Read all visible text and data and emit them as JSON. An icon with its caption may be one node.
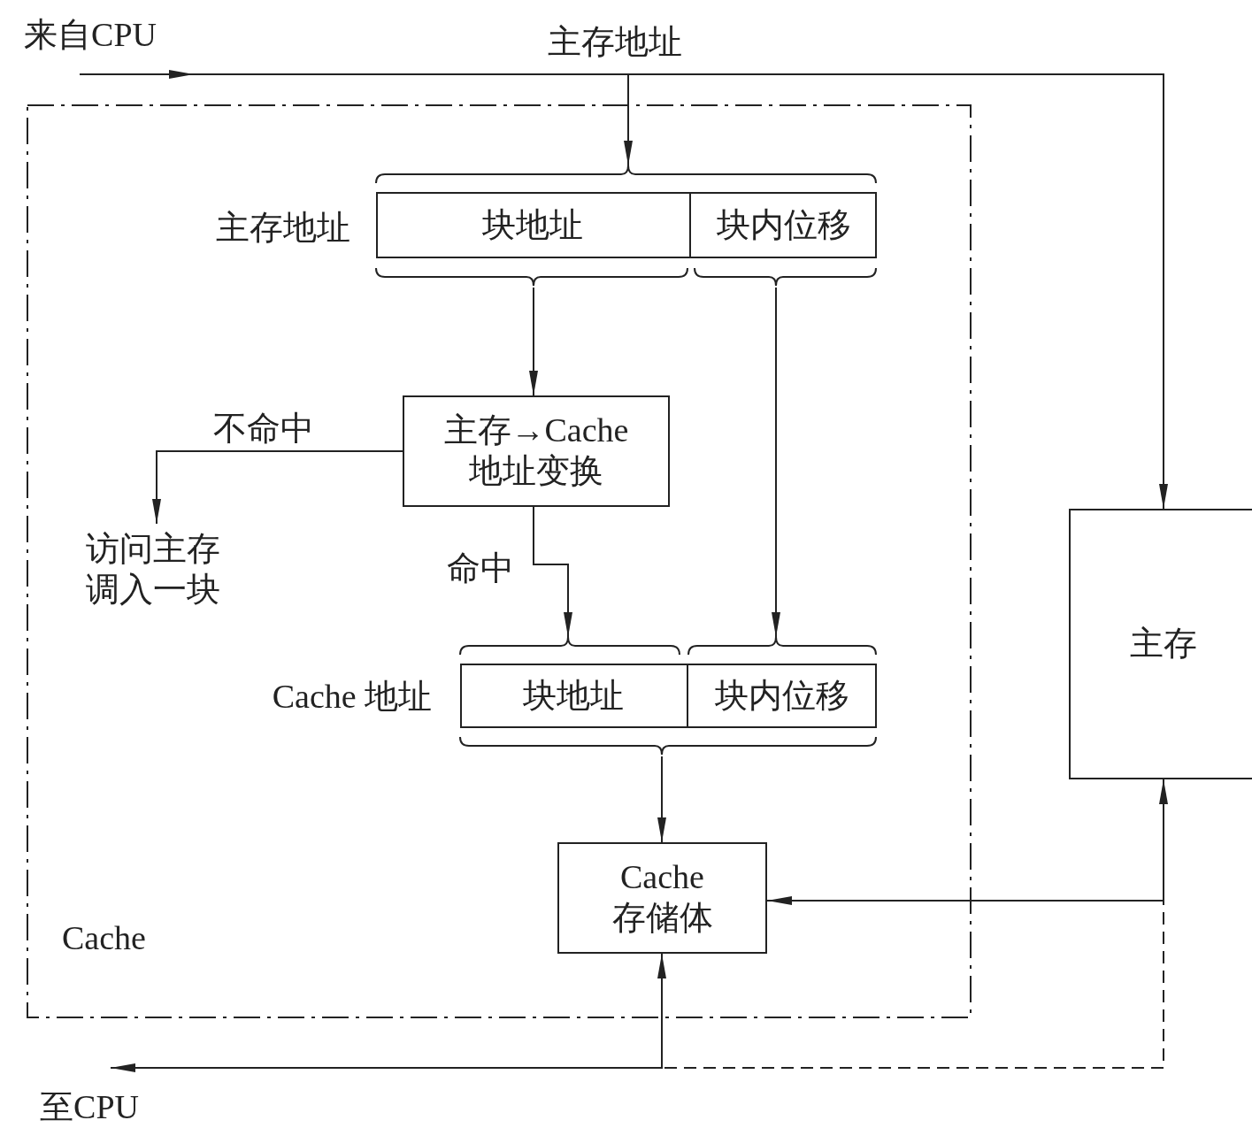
{
  "diagram": {
    "nodes": [
      {
        "text": [
          "来自CPU"
        ]
      },
      {
        "text": [
          "Cache"
        ]
      },
      {
        "text": [],
        "shape": "box",
        "in": 1,
        "beside": [
          "主存地址"
        ]
      },
      {
        "text": [
          "块地址"
        ],
        "in": 2
      },
      {
        "text": [
          "块内位移"
        ],
        "in": 2
      },
      {
        "text": [
          "主存→Cache 地址变换"
        ],
        "in": 1
      },
      {
        "text": [
          "访问主存调入一块"
        ],
        "in": 1
      },
      {
        "text": [],
        "shape": "box",
        "in": 1,
        "beside": [
          "Cache 地址"
        ]
      },
      {
        "text": [
          "块地址"
        ],
        "in": 7
      },
      {
        "text": [
          "块内位移"
        ],
        "in": 7
      },
      {
        "text": [
          "Cache 存储体"
        ],
        "in": 1
      },
      {
        "text": [
          "主存"
        ]
      },
      {
        "text": [
          "至CPU"
        ]
      }
    ],
    "edges": [
      {
        "from": 0,
        "to": 11,
        "arrow": "to"
      },
      {
        "from": 0,
        "to": 2,
        "arrow": "to"
      },
      {
        "from": 3,
        "to": 5,
        "arrow": "to"
      },
      {
        "from": 4,
        "to": 9,
        "arrow": "to"
      },
      {
        "from": 5,
        "to": 6,
        "arrow": "to",
        "label": "不命中"
      },
      {
        "from": 5,
        "to": 8,
        "arrow": "to",
        "label": "命中"
      },
      {
        "from": 7,
        "to": 10,
        "arrow": "to"
      },
      {
        "from": 11,
        "to": 10,
        "arrow": "to"
      },
      {
        "from": 10,
        "to": 12,
        "arrow": "both"
      },
      {
        "from": 10,
        "to": 11,
        "arrow": "to",
        "style": "dashed"
      }
    ],
    "labels": [
      "主存地址"
    ]
  }
}
